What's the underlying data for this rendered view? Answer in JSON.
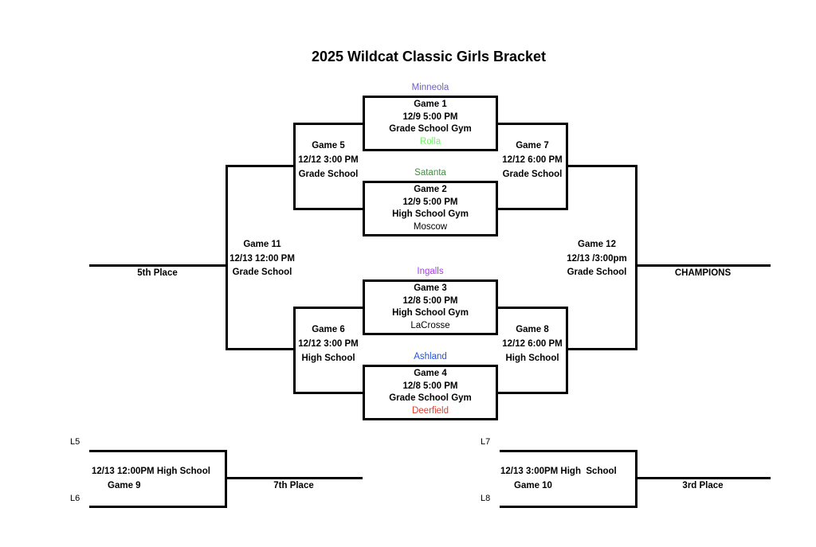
{
  "title": "2025 Wildcat Classic Girls Bracket",
  "colors": {
    "line": "#000000",
    "team_minneola": "#6B5FC4",
    "team_rolla": "#6FF45F",
    "team_satanta": "#3E8E3E",
    "team_moscow": "#000000",
    "team_ingalls": "#A53CE8",
    "team_lacrosse": "#000000",
    "team_ashland": "#1F52E8",
    "team_deerfield": "#EE3A2B"
  },
  "round1": [
    {
      "name": "Game 1",
      "datetime": "12/9 5:00 PM",
      "venue": "Grade School Gym",
      "team_top": "Minneola",
      "team_bottom": "Rolla"
    },
    {
      "name": "Game 2",
      "datetime": "12/9 5:00 PM",
      "venue": "High School Gym",
      "team_top": "Satanta",
      "team_bottom": "Moscow"
    },
    {
      "name": "Game 3",
      "datetime": "12/8 5:00 PM",
      "venue": "High School Gym",
      "team_top": "Ingalls",
      "team_bottom": "LaCrosse"
    },
    {
      "name": "Game 4",
      "datetime": "12/8 5:00 PM",
      "venue": "Grade School Gym",
      "team_top": "Ashland",
      "team_bottom": "Deerfield"
    }
  ],
  "round2": [
    {
      "name": "Game 5",
      "datetime": "12/12 3:00 PM",
      "venue": "Grade School"
    },
    {
      "name": "Game 6",
      "datetime": "12/12 3:00 PM",
      "venue": "High School"
    },
    {
      "name": "Game 7",
      "datetime": "12/12 6:00 PM",
      "venue": "Grade School"
    },
    {
      "name": "Game 8",
      "datetime": "12/12 6:00 PM",
      "venue": "High School"
    }
  ],
  "finals": [
    {
      "name": "Game 11",
      "datetime": "12/13 12:00 PM",
      "venue": "Grade School",
      "place_label": "5th Place"
    },
    {
      "name": "Game 12",
      "datetime": "12/13 /3:00pm",
      "venue": "Grade School",
      "place_label": "CHAMPIONS"
    }
  ],
  "consolation": [
    {
      "feeder_top": "L5",
      "feeder_bottom": "L6",
      "info": "12/13 12:00PM High School",
      "name": "Game 9",
      "place_label": "7th Place"
    },
    {
      "feeder_top": "L7",
      "feeder_bottom": "L8",
      "info": "12/13 3:00PM High  School",
      "name": "Game 10",
      "place_label": "3rd Place"
    }
  ]
}
